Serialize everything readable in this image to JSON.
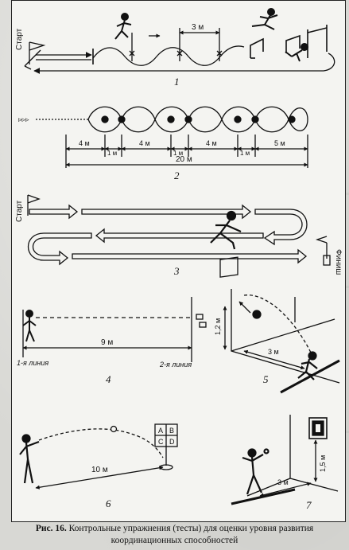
{
  "figure": {
    "panel_numbers": [
      "1",
      "2",
      "3",
      "4",
      "5",
      "6",
      "7"
    ],
    "labels": {
      "start_1": "Старт",
      "dist_3m_1": "3 м",
      "dist_4m_a": "4 м",
      "dist_1m_a": "1 м",
      "dist_4m_b": "4 м",
      "dist_1m_b": "1 м",
      "dist_4m_c": "4 м",
      "dist_1m_c": "1 м",
      "dist_5m": "5 м",
      "dist_20m": "20 м",
      "start_3": "Старт",
      "finish_3": "Финиш",
      "dist_9m": "9 м",
      "line_1": "1-я линия",
      "line_2": "2-я линия",
      "dist_1_2m": "1,2 м",
      "dist_3m_5": "3 м",
      "target_a": "A",
      "target_b": "B",
      "target_c": "C",
      "target_d": "D",
      "dist_10m": "10 м",
      "dist_1_5m": "1,5 м",
      "dist_3m_7": "3 м"
    }
  },
  "caption": {
    "label": "Рис. 16.",
    "text": "Контрольные упражнения (тесты) для оценки уровня развития координационных способностей"
  }
}
